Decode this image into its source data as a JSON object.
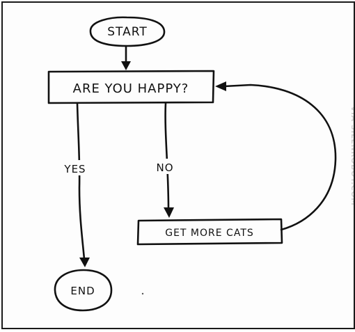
{
  "flowchart": {
    "nodes": {
      "start": "START",
      "question": "ARE YOU HAPPY?",
      "action": "GET MORE CATS",
      "end": "END"
    },
    "edges": {
      "yes": "YES",
      "no": "NO"
    }
  },
  "watermark": "VIA SILENROBOT.COM",
  "colors": {
    "ink": "#111111",
    "paper": "#fdfdfd",
    "watermark": "#cfcfcf"
  }
}
